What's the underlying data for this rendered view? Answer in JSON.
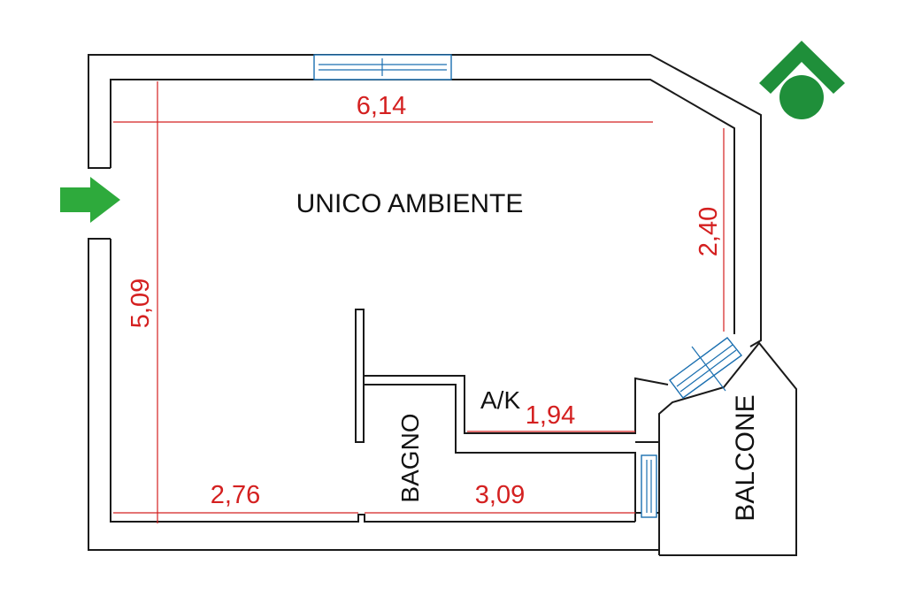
{
  "plan": {
    "rooms": {
      "main": "UNICO AMBIENTE",
      "kitchen": "A/K",
      "bath": "BAGNO",
      "balcony": "BALCONE"
    },
    "dimensions": {
      "top_width": "6,14",
      "left_height": "5,09",
      "right_upper": "2,40",
      "kitchen_width": "1,94",
      "bottom_left": "2,76",
      "bottom_right": "3,09"
    }
  },
  "colors": {
    "wall": "#1a1a1a",
    "dimension": "#d42020",
    "window": "#1a6fb0",
    "entry_arrow": "#2eaa3c",
    "logo": "#1f8f3a"
  },
  "icons": {
    "entry": "entry-arrow-icon",
    "logo": "agency-logo-icon"
  }
}
